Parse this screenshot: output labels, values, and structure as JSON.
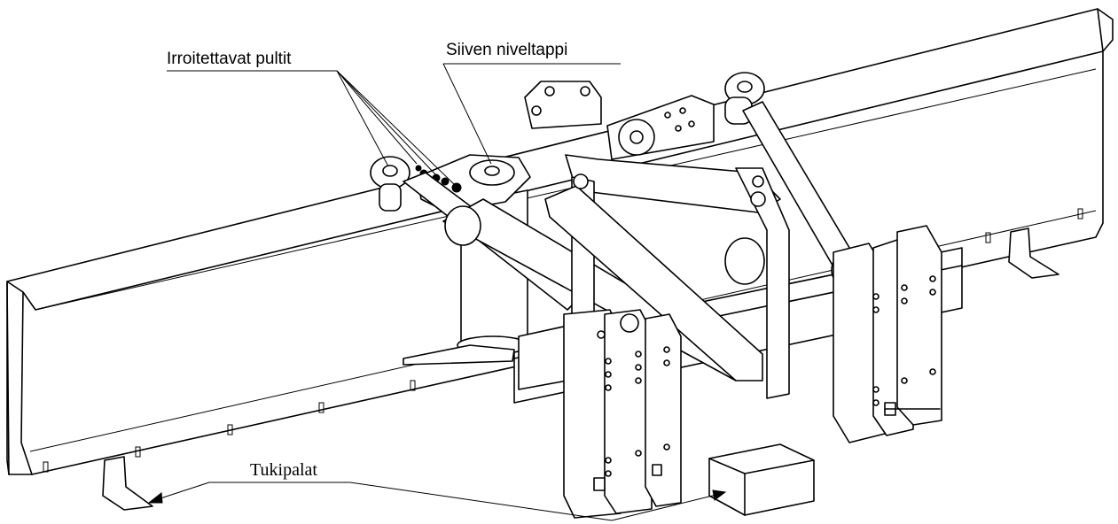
{
  "labels": {
    "bolts": "Irroitettavat pultit",
    "wing_pin": "Siiven niveltappi",
    "support_blocks": "Tukipalat"
  }
}
